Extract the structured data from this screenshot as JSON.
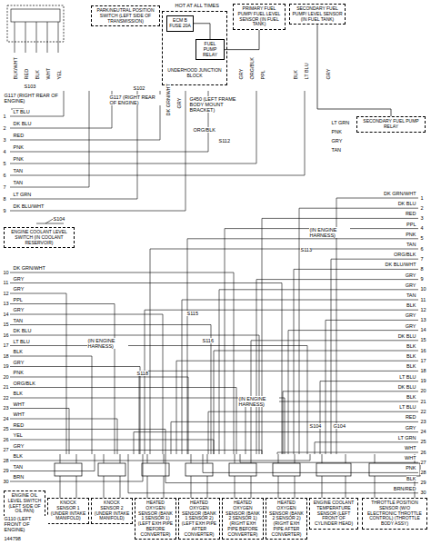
{
  "diagram": {
    "nodes": [
      {
        "text": [
          "PARK/NEUTRAL POSITION SWITCH (LEFT SIDE OF TRANSMISSION)"
        ]
      },
      {
        "text": [
          "UNDERHOOD JUNCTION BLOCK"
        ]
      },
      {
        "text": [
          "ECM B FUSE 20A"
        ],
        "in": 1
      },
      {
        "text": [
          "FUEL PUMP RELAY"
        ],
        "in": 1
      },
      {
        "text": [
          "PRIMARY FUEL PUMP/ FUEL LEVEL SENSOR (IN FUEL TANK)"
        ]
      },
      {
        "text": [
          "SECONDARY FUEL PUMP/ LEVEL SENSOR (IN FUEL TANK)"
        ]
      },
      {
        "text": [
          "SECONDARY FUEL PUMP RELAY"
        ]
      },
      {
        "text": [
          "ENGINE COOLANT LEVEL SWITCH (IN COOLANT RESERVOIR)"
        ]
      },
      {
        "text": [
          "ENGINE OIL LEVEL SWITCH (LEFT SIDE OF OIL PAN)"
        ]
      },
      {
        "text": [
          "KNOCK SENSOR 1 (UNDER INTAKE MANIFOLD)"
        ]
      },
      {
        "text": [
          "KNOCK SENSOR 2 (UNDER INTAKE MANIFOLD)"
        ]
      },
      {
        "text": [
          "HEATED OXYGEN SENSOR (BANK 1 SENSOR 1) (LEFT EXH PIPE BEFORE CONVERTER)"
        ]
      },
      {
        "text": [
          "HEATED OXYGEN SENSOR (BANK 1 SENSOR 2) (LEFT EXH PIPE AFTER CONVERTER)"
        ]
      },
      {
        "text": [
          "HEATED OXYGEN SENSOR (BANK 2 SENSOR 1) (RIGHT EXH PIPE BEFORE CONVERTER)"
        ]
      },
      {
        "text": [
          "HEATED OXYGEN SENSOR (BANK 2 SENSOR 2) (RIGHT EXH PIPE AFTER CONVERTER)"
        ]
      },
      {
        "text": [
          "ENGINE COOLANT TEMPERATURE SENSOR (LEFT FRONT OF CYLINDER HEAD)"
        ]
      },
      {
        "text": [
          "THROTTLE POSITION SENSOR (W/O ELECTRONIC THROTTLE CONTROL) (THROTTLE BODY ASSY)"
        ]
      }
    ],
    "edges": [
      {
        "from": 2,
        "to": 3,
        "arrow": "none"
      },
      {
        "from": 3,
        "to": 4,
        "arrow": "none"
      },
      {
        "from": 6,
        "to": 5,
        "arrow": "none"
      }
    ],
    "labels": [
      "1",
      "2",
      "3",
      "4",
      "5",
      "6",
      "7",
      "8",
      "9",
      "10",
      "11",
      "12",
      "13",
      "14",
      "15",
      "16",
      "17",
      "18",
      "19",
      "20",
      "21",
      "22",
      "23",
      "24",
      "25",
      "26",
      "27",
      "28",
      "29",
      "30",
      "LT BLU",
      "DK BLU",
      "RED",
      "PNK",
      "PNK",
      "TAN",
      "TAN",
      "LT GRN",
      "DK BLU/WHT",
      "DK GRN/WHT",
      "GRY",
      "GRY",
      "PPL",
      "GRY",
      "TAN",
      "DK BLU",
      "LT BLU",
      "BLK",
      "GRY",
      "PNK",
      "ORG/BLK",
      "BLK",
      "WHT",
      "WHT",
      "RED",
      "YEL",
      "GRY",
      "BLK",
      "TAN",
      "BRN",
      "1",
      "2",
      "3",
      "4",
      "5",
      "6",
      "7",
      "8",
      "9",
      "10",
      "11",
      "12",
      "13",
      "14",
      "15",
      "16",
      "17",
      "18",
      "19",
      "20",
      "21",
      "22",
      "23",
      "24",
      "25",
      "26",
      "27",
      "28",
      "29",
      "30",
      "DK GRN/WHT",
      "DK BLU",
      "RED",
      "PPL",
      "PNK",
      "TAN",
      "ORG/BLK",
      "DK BLU/WHT",
      "GRY",
      "GRY",
      "TAN",
      "BLK",
      "GRY",
      "GRY",
      "DK BLU",
      "BLK",
      "BLK",
      "BLK",
      "LT BLU",
      "DK BLU",
      "BLK",
      "LT BLU",
      "RED",
      "GRY",
      "LT GRN",
      "WHT",
      "WHT",
      "PNK",
      "BLK",
      "BRN/RED",
      "HOT AT ALL TIMES",
      "BLK/WHT",
      "RED",
      "BLK",
      "WHT",
      "YEL",
      "S103",
      "G117 (RIGHT REAR OF ENGINE)",
      "S102",
      "G117 (RIGHT REAR OF ENGINE)",
      "DK GRN/WHT",
      "GRY",
      "GRY",
      "ORG/BLK",
      "PPL",
      "BLK",
      "LT BLU",
      "GRY",
      "G450 (LEFT FRAME BODY MOUNT BRACKET)",
      "ORG/BLK",
      "S112",
      "LT GRN",
      "PNK",
      "GRY",
      "TAN",
      "S104",
      "(IN ENGINE HARNESS)",
      "S113",
      "S115",
      "(IN ENGINE HARNESS)",
      "S116",
      "S118",
      "(IN ENGINE HARNESS)",
      "S104",
      "G104",
      "G110 (LEFT FRONT OF ENGINE)",
      "144798"
    ]
  }
}
